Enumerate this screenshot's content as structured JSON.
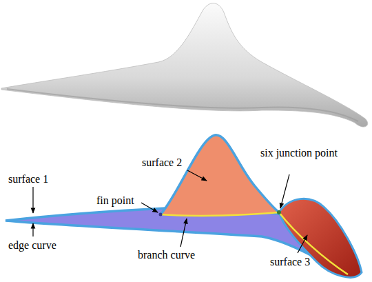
{
  "diagram": {
    "labels": [
      "surface 2",
      "six junction point",
      "surface 1",
      "fin point",
      "edge curve",
      "branch curve",
      "surface 3"
    ]
  }
}
